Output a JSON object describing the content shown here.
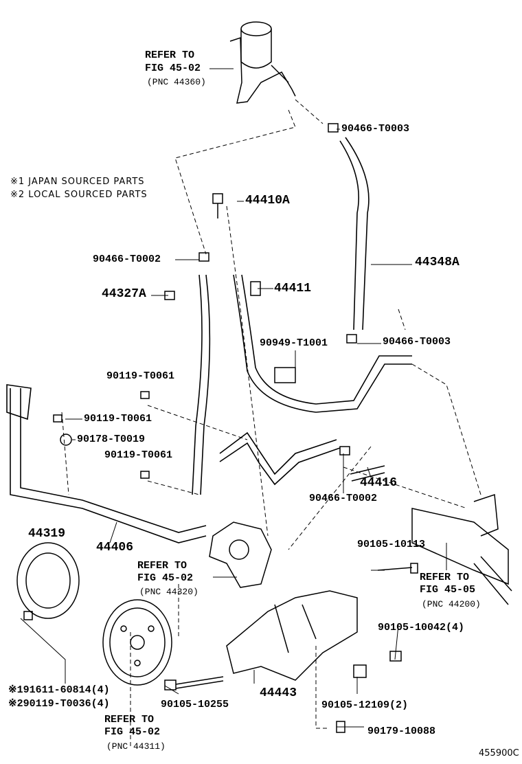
{
  "diagram": {
    "legend": [
      "※1 JAPAN SOURCED PARTS",
      "※2 LOCAL SOURCED PARTS"
    ],
    "refer_reservoir": [
      "REFER TO",
      "FIG 45-02",
      "(PNC 44360)"
    ],
    "refer_pump": [
      "REFER TO",
      "FIG 45-02",
      "(PNC 44320)"
    ],
    "refer_gear": [
      "REFER TO",
      "FIG 45-05",
      "(PNC 44200)"
    ],
    "refer_pulley": [
      "REFER TO",
      "FIG 45-02",
      "(PNC 44311)"
    ],
    "parts": {
      "p90466_T0003_top": "90466-T0003",
      "p44410A": "44410A",
      "p90466_T0002_left": "90466-T0002",
      "p44348A": "44348A",
      "p44327A": "44327A",
      "p44411": "44411",
      "p90949_T1001": "90949-T1001",
      "p90466_T0003_mid": "90466-T0003",
      "p90119_T0061_a": "90119-T0061",
      "p90119_T0061_b": "90119-T0061",
      "p90178_T0019": "90178-T0019",
      "p90119_T0061_c": "90119-T0061",
      "p44416": "44416",
      "p90466_T0002_low": "90466-T0002",
      "p44319": "44319",
      "p44406": "44406",
      "p90105_10113": "90105-10113",
      "p90105_10042": "90105-10042(4)",
      "p44443": "44443",
      "p90105_10255": "90105-10255",
      "p90105_12109": "90105-12109(2)",
      "p91611_60814": "※191611-60814(4)",
      "p90119_T0036": "※290119-T0036(4)",
      "p90179_10088": "90179-10088"
    },
    "code": "455900C"
  }
}
